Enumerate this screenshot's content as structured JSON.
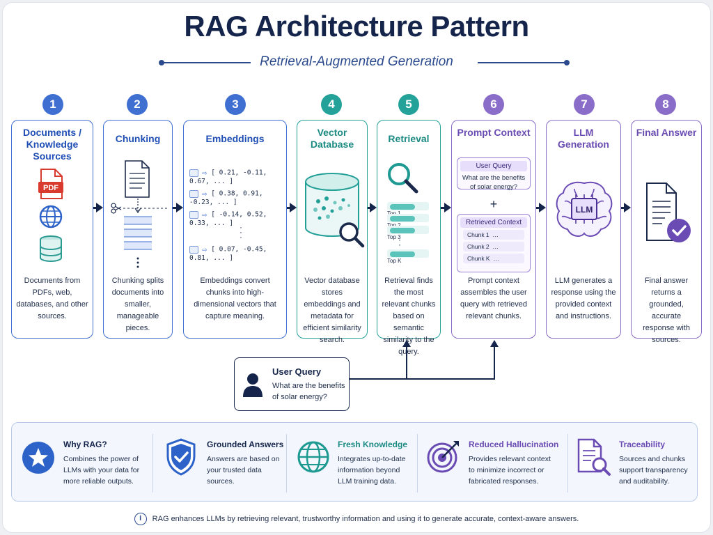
{
  "title": "RAG Architecture Pattern",
  "subtitle": "Retrieval-Augmented Generation",
  "colors": {
    "navy": "#15244a",
    "blue": "#3f6fd1",
    "teal": "#24a29a",
    "purple": "#8a6cc9"
  },
  "steps": [
    {
      "num": "1",
      "title": "Documents / Knowledge Sources",
      "pdf_label": "PDF",
      "desc": "Documents from PDFs, web, databases, and other sources."
    },
    {
      "num": "2",
      "title": "Chunking",
      "desc": "Chunking splits documents into smaller, manageable pieces."
    },
    {
      "num": "3",
      "title": "Embeddings",
      "vectors": [
        "[ 0.21, -0.11, 0.67, ... ]",
        "[ 0.38, 0.91, -0.23, ... ]",
        "[ -0.14, 0.52, 0.33, ... ]",
        "[ 0.07, -0.45, 0.81, ... ]"
      ],
      "desc": "Embeddings convert chunks into high-dimensional vectors that capture meaning."
    },
    {
      "num": "4",
      "title": "Vector Database",
      "desc": "Vector database stores embeddings and metadata for efficient similarity search."
    },
    {
      "num": "5",
      "title": "Retrieval",
      "results": [
        "Top 1",
        "Top 2",
        "Top 3",
        "Top K"
      ],
      "desc": "Retrieval finds the most relevant chunks based on semantic similarity to the query."
    },
    {
      "num": "6",
      "title": "Prompt Context",
      "user_query_label": "User Query",
      "user_query_text": "What are the benefits of solar energy?",
      "plus": "+",
      "retrieved_label": "Retrieved Context",
      "chunks": [
        "Chunk 1",
        "Chunk 2",
        "Chunk K"
      ],
      "desc": "Prompt context assembles the user query with retrieved relevant chunks."
    },
    {
      "num": "7",
      "title": "LLM Generation",
      "chip_label": "LLM",
      "desc": "LLM generates a response using the provided context and instructions."
    },
    {
      "num": "8",
      "title": "Final Answer",
      "desc": "Final answer returns a grounded, accurate response with sources."
    }
  ],
  "user_query": {
    "title": "User Query",
    "text": "What are the benefits of solar energy?"
  },
  "benefits": [
    {
      "title": "Why RAG?",
      "text": "Combines the power of LLMs with your data for more reliable outputs."
    },
    {
      "title": "Grounded Answers",
      "text": "Answers are based on your trusted data sources."
    },
    {
      "title": "Fresh Knowledge",
      "text": "Integrates up-to-date information beyond LLM training data."
    },
    {
      "title": "Reduced Hallucination",
      "text": "Provides relevant context to minimize incorrect or fabricated responses."
    },
    {
      "title": "Traceability",
      "text": "Sources and chunks support transparency and auditability."
    }
  ],
  "footer": "RAG enhances LLMs by retrieving relevant, trustworthy information and using it to generate accurate, context-aware answers."
}
